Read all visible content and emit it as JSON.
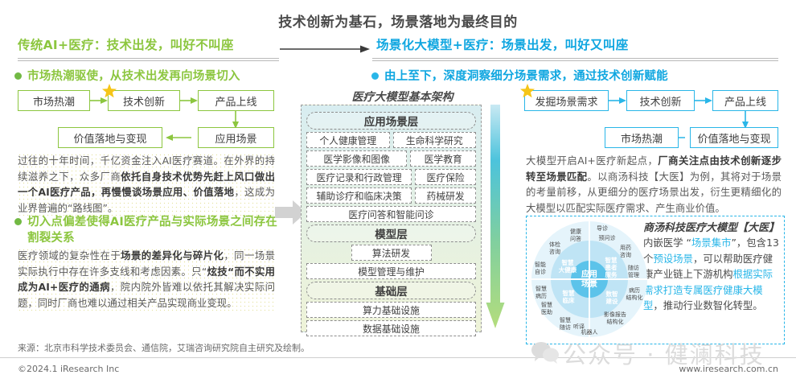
{
  "header": {
    "title": "技术创新为基石，场景落地为最终目的",
    "left_banner": "传统AI+医疗：技术出发，叫好不叫座",
    "right_banner": "场景化大模型+医疗：场景出发，叫好又叫座",
    "arrow_icon": "right-arrow-icon"
  },
  "colors": {
    "green": "#8cc63f",
    "blue": "#0fa6e0",
    "cyan": "#29b6e8",
    "title_gray": "#4a4a4a",
    "body_gray": "#5a5a5a",
    "star_yellow": "#f5c518"
  },
  "left": {
    "bullet1": "市场热潮驱使，从技术出发再向场景切入",
    "flow": {
      "box1": "市场热潮",
      "box2": "技术创新",
      "box3": "产品上线",
      "box4": "应用场景",
      "box5": "价值落地与变现",
      "star_on": "技术创新"
    },
    "paragraph1_html": "过往的十年时间，千亿资金注入AI医疗赛道。在外界的持续滋养之下，众多厂商<b>依托自身技术优势先赶上风口做出一个AI医疗产品，再慢慢谈场景应用、价值落地</b>，这成为业界普遍的“路线图”。",
    "bullet2": "切入点偏差使得AI医疗产品与实际场景之间存在割裂关系",
    "paragraph2_html": "医疗领域的复杂性在于<b>场景的差异化与碎片化</b>，同一场景实际执行中存在许多支线和考虑因素。只“<b>炫技“而不实用成为AI+医疗的通病</b>，院内院外皆难以依托其解决实际问题，同时厂商也难以通过相关产品实现商业变现。"
  },
  "center": {
    "arch_title": "医疗大模型基本架构",
    "layers": [
      {
        "name": "应用场景层",
        "rows": [
          [
            "个人健康管理",
            "生命科学研究"
          ],
          [
            "医学影像和图像",
            "医学教育"
          ],
          [
            "医疗记录和行政管理",
            "医疗保险"
          ],
          [
            "辅助诊疗和临床决策",
            "药械研发"
          ],
          [
            "医疗问答和智能问诊"
          ]
        ]
      },
      {
        "name": "模型层",
        "rows": [
          [
            "算法研发"
          ],
          [
            "模型管理与维护"
          ]
        ]
      },
      {
        "name": "基础层",
        "rows": [
          [
            "算力基础设施"
          ],
          [
            "数据基础设施"
          ]
        ]
      }
    ],
    "gradient_arrow_icon": "down-gradient-arrow-icon",
    "gray_arrow_icon": "right-gray-arrow-icon"
  },
  "right": {
    "bullet1": "由上至下，深度洞察细分场景需求，通过技术创新赋能",
    "flow": {
      "box1": "发掘场景需求",
      "box2": "技术创新",
      "box3": "产品上线",
      "box4": "价值落地与变现",
      "box5": "市场热潮",
      "star_on": "发掘场景需求"
    },
    "paragraph_html": "大模型开启AI+医疗新起点，<b>厂商关注点由技术创新逐步转至场景匹配</b>。以商汤科技【大医】为例，其将对于场景的考量前移，从更细分的医疗场景出发，衍生更精细化的大模型以匹配实际医疗需求、产生商业价值。",
    "radial": {
      "title": "商汤科技医疗大模型【大医】",
      "center_label": "应用场景",
      "inner_ring": [
        "智慧大健康",
        "智慧患者服务",
        "数智建设",
        "智慧临床"
      ],
      "outer_labels": [
        "健康问答",
        "导诊",
        "预问诊",
        "用药咨询",
        "随访管理",
        "病历结构化",
        "影像报告结构化",
        "数智建设",
        "听译机器人",
        "智慧随访",
        "智慧医助",
        "智慧病历",
        "智能自诊",
        "体检咨询"
      ],
      "description_parts": [
        {
          "text": "内嵌医学 “",
          "highlight": false
        },
        {
          "text": "场景集市",
          "highlight": true
        },
        {
          "text": "”，包含13个",
          "highlight": false
        },
        {
          "text": "预设场景",
          "highlight": true
        },
        {
          "text": "，可以帮助医疗健康产业链上下游机构",
          "highlight": false
        },
        {
          "text": "根据实际需求打造专属医疗健康大模型",
          "highlight": true
        },
        {
          "text": "，推动行业数智化转型。",
          "highlight": false
        }
      ]
    }
  },
  "footer": {
    "source": "来源：北京市科学技术委员会、通信院，艾瑞咨询研究院自主研究及绘制。",
    "copyright": "©2024.1 iResearch Inc",
    "url": "www.iresearch.com.cn",
    "watermark": "公众号 · 健澜科技",
    "watermark_icon": "wechat-icon"
  }
}
